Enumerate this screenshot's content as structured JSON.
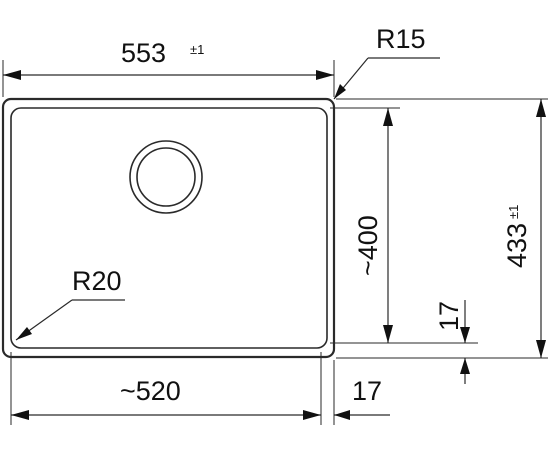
{
  "dimensions": {
    "overall_width": {
      "value": "553",
      "tolerance": "±1"
    },
    "overall_depth": {
      "value": "433",
      "tolerance": "±1"
    },
    "bowl_width": "~520",
    "bowl_depth": "~400",
    "rim_side": "17",
    "rim_bottom": "17",
    "corner_radius_outer": "R15",
    "corner_radius_bowl": "R20"
  },
  "colors": {
    "line": "#2a2a2a",
    "text": "#111111",
    "background": "#ffffff"
  }
}
